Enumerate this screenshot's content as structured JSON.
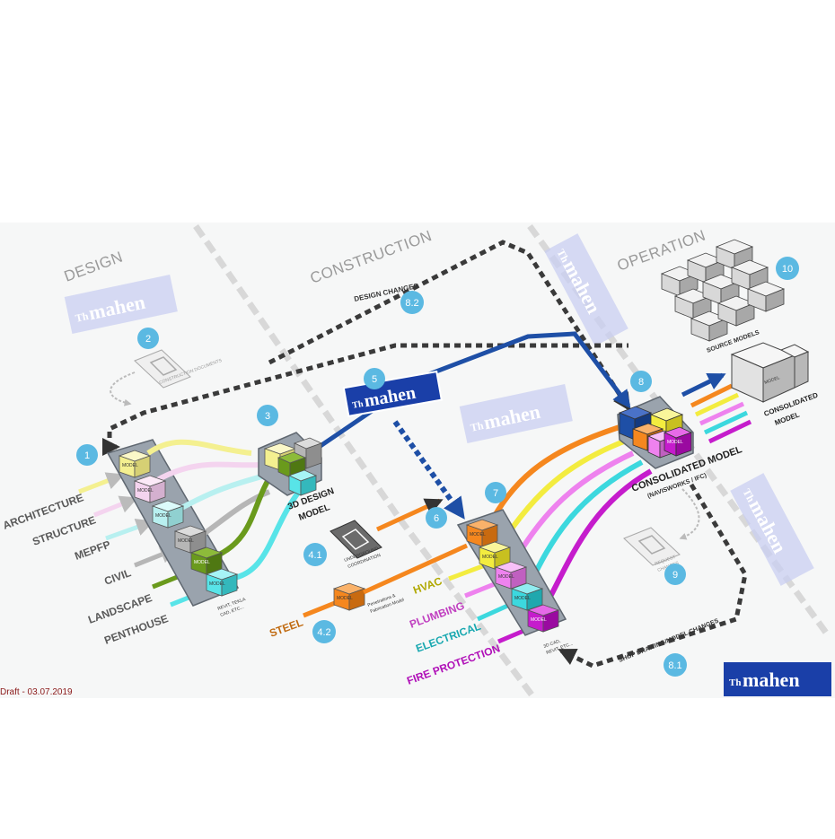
{
  "phases": {
    "design": "DESIGN",
    "construction": "CONSTRUCTION",
    "operation": "OPERATION"
  },
  "design_disciplines": [
    "ARCHITECTURE",
    "STRUCTURE",
    "MEPFP",
    "CIVIL",
    "LANDSCAPE",
    "PENTHOUSE"
  ],
  "construction_disciplines": [
    "HVAC",
    "PLUMBING",
    "ELECTRICAL",
    "FIRE PROTECTION"
  ],
  "steel": "STEEL",
  "cube_label": "MODEL",
  "labels": {
    "design_model_line1": "3D DESIGN",
    "design_model_line2": "MODEL",
    "consolidated_title": "CONSOLIDATED MODEL",
    "consolidated_sub": "(NAVISWORKS / IFC)",
    "source_models": "SOURCE MODELS",
    "consolidated_line1": "CONSOLIDATED",
    "consolidated_line2": "MODEL",
    "design_changes": "DESIGN CHANGES",
    "shop_changes": "SHOP DRAWING/MODEL CHANGES",
    "revit_design_line1": "REVIT, TEKLA",
    "revit_design_line2": "CAD, ETC...",
    "revit_constr_line1": "3D CAD,",
    "revit_constr_line2": "REVIT, ETC...",
    "penetration_line1": "Penetrations &",
    "penetration_line2": "Fabrication Model",
    "underground_line1": "UNDERGROUND",
    "underground_line2": "COORDINATION",
    "construction_docs": "CONSTRUCTION DOCUMENTS",
    "request_line1": "REQUEST",
    "request_line2": "CHANGES"
  },
  "steps": {
    "s1": "1",
    "s2": "2",
    "s3": "3",
    "s41": "4.1",
    "s42": "4.2",
    "s5": "5",
    "s6": "6",
    "s7": "7",
    "s8": "8",
    "s81": "8.1",
    "s82": "8.2",
    "s9": "9",
    "s10": "10"
  },
  "watermark": "mahen",
  "watermark_prefix": "Th",
  "draft": "Draft - 03.07.2019",
  "colors": {
    "design_arch": "#f4f090",
    "design_struct": "#f4d4ef",
    "design_mepfp": "#b8f0f0",
    "design_civil": "#b6b6b6",
    "design_land": "#6a9a1c",
    "design_pent": "#58e4e8",
    "hvac": "#f3ec3f",
    "plumbing": "#ee82ee",
    "electrical": "#3cd8de",
    "fire": "#c51ccc",
    "steel": "#f5871e",
    "flow_blue": "#1e4fa6",
    "bubble": "#5bb9e2",
    "brand": "#1a3fa8"
  }
}
